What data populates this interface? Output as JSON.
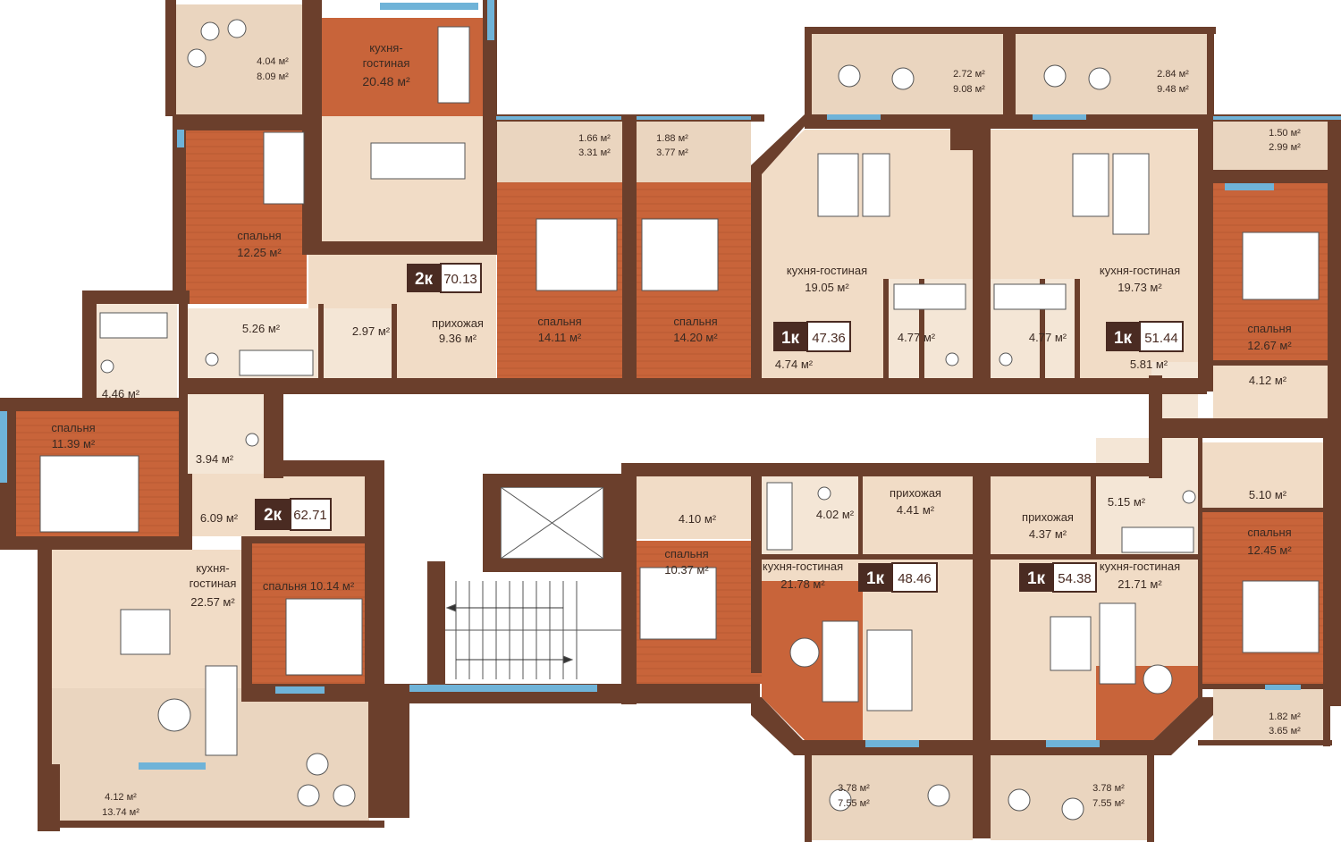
{
  "colors": {
    "wall": "#6b3f2c",
    "balcony": "#ead5bf",
    "living": "#f1dcc6",
    "bedroom": "#c8643a",
    "wet": "#f4e6d6",
    "window": "#6fb3d8",
    "badge": "#4a2b22"
  },
  "apartments": [
    {
      "rooms": "2к",
      "area": "70.13"
    },
    {
      "rooms": "2к",
      "area": "62.71"
    },
    {
      "rooms": "1к",
      "area": "47.36"
    },
    {
      "rooms": "1к",
      "area": "51.44"
    },
    {
      "rooms": "1к",
      "area": "48.46"
    },
    {
      "rooms": "1к",
      "area": "54.38"
    }
  ],
  "labels": {
    "kg1": "кухня-",
    "kg1b": "гостиная",
    "kg1a": "20.48 м²",
    "b1": "4.04 м²",
    "b1b": "8.09 м²",
    "sp1": "спальня",
    "sp1a": "12.25 м²",
    "w1": "5.26 м²",
    "w2": "2.97 м²",
    "pr1": "прихожая",
    "pr1a": "9.36 м²",
    "b2": "1.66 м²",
    "b2b": "3.31 м²",
    "sp2": "спальня",
    "sp2a": "14.11 м²",
    "b3": "1.88 м²",
    "b3b": "3.77 м²",
    "sp3": "спальня",
    "sp3a": "14.20 м²",
    "b4": "2.72 м²",
    "b4b": "9.08 м²",
    "b5": "2.84 м²",
    "b5b": "9.48 м²",
    "kg2": "кухня-гостиная",
    "kg2a": "19.05 м²",
    "kg3": "кухня-гостиная",
    "kg3a": "19.73 м²",
    "h1": "4.74 м²",
    "w3": "4.77 м²",
    "w4": "4.77 м²",
    "h2": "5.81 м²",
    "b6": "1.50 м²",
    "b6b": "2.99 м²",
    "sp4": "спальня",
    "sp4a": "12.67 м²",
    "c1": "4.12 м²",
    "w5": "4.46 м²",
    "sp5": "спальня",
    "sp5a": "11.39 м²",
    "w6": "3.94 м²",
    "h3": "6.09 м²",
    "kg4": "кухня-",
    "kg4b": "гостиная",
    "kg4a": "22.57 м²",
    "sp6": "спальня 10.14 м²",
    "b7": "4.12 м²",
    "b7b": "13.74 м²",
    "c2": "4.10 м²",
    "sp7": "спальня",
    "sp7a": "10.37 м²",
    "w7": "4.02 м²",
    "pr2": "прихожая",
    "pr2a": "4.41 м²",
    "pr3": "прихожая",
    "pr3a": "4.37 м²",
    "w8": "5.15 м²",
    "c3": "5.10 м²",
    "sp8": "спальня",
    "sp8a": "12.45 м²",
    "kg5": "кухня-гостиная",
    "kg5a": "21.78 м²",
    "kg6": "кухня-гостиная",
    "kg6a": "21.71 м²",
    "b8": "3.78 м²",
    "b8b": "7.55 м²",
    "b9": "3.78 м²",
    "b9b": "7.55 м²",
    "b10": "1.82 м²",
    "b10b": "3.65 м²"
  }
}
